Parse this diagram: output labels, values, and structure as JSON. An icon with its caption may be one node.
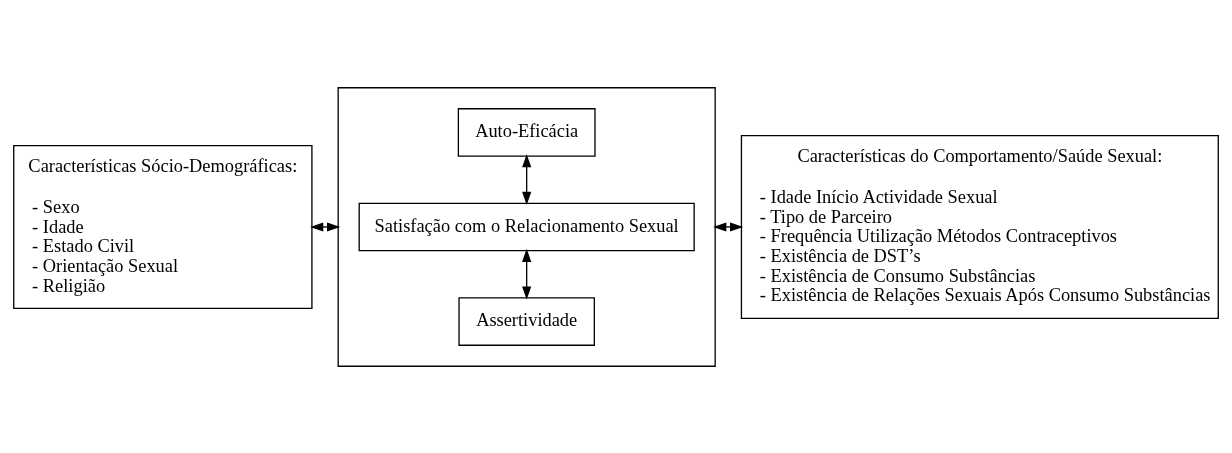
{
  "diagram": {
    "nodes": [
      {
        "text": [
          "Características Sócio-Demográficas:",
          "- Sexo",
          "- Idade",
          "- Estado Civil",
          "- Orientação Sexual",
          "- Religião"
        ]
      },
      {
        "text": [],
        "shape": "box"
      },
      {
        "text": [
          "Assertividade"
        ],
        "in": 1
      },
      {
        "text": [
          "Satisfação com o Relacionamento Sexual"
        ],
        "in": 1
      },
      {
        "text": [
          "Auto-Eficácia"
        ],
        "in": 1
      },
      {
        "text": [
          "Características do Comportamento/Saúde Sexual:",
          "- Idade Início Actividade Sexual",
          "- Tipo de Parceiro",
          "- Frequência Utilização Métodos Contraceptivos",
          "- Existência de DST’s",
          "- Existência de Consumo Substâncias",
          "- Existência de Relações Sexuais Após Consumo Substâncias"
        ]
      }
    ],
    "edges": [
      {
        "from": 0,
        "to": 1,
        "arrow": "both"
      },
      {
        "from": 2,
        "to": 3,
        "arrow": "both"
      },
      {
        "from": 3,
        "to": 4,
        "arrow": "both"
      },
      {
        "from": 1,
        "to": 5,
        "arrow": "both"
      }
    ]
  }
}
